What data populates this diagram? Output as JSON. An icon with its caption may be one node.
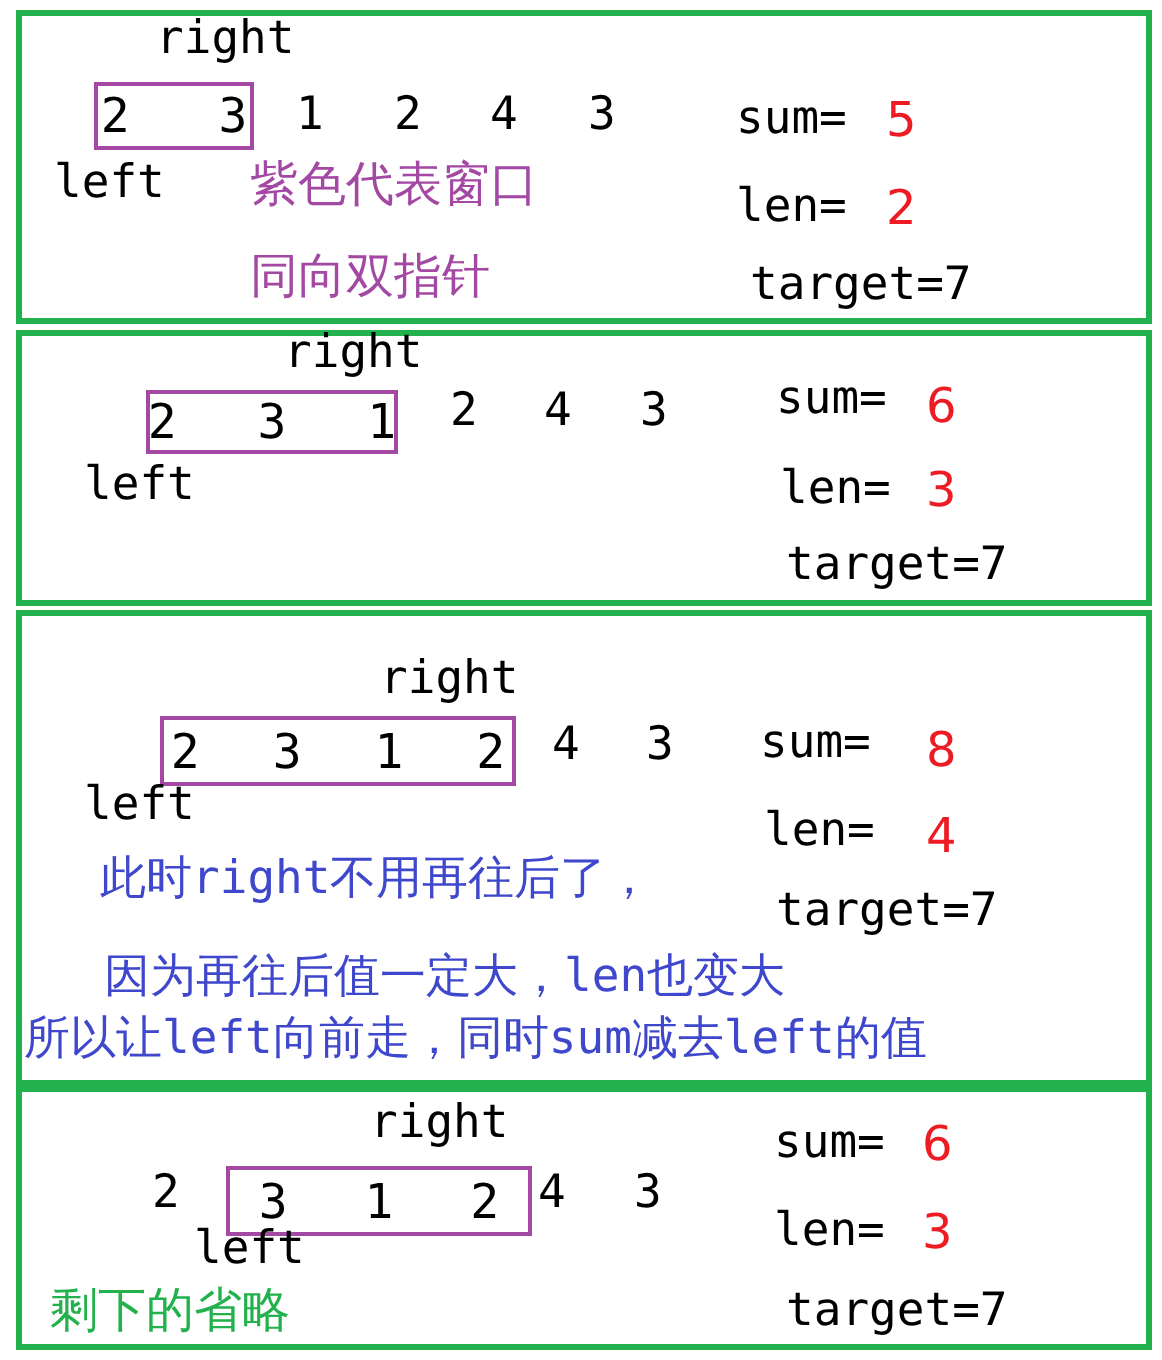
{
  "diagram": {
    "nodes": [
      {
        "text": [],
        "shape": "box"
      },
      {
        "text": [
          "2 3"
        ],
        "in": 0
      },
      {
        "text": [],
        "shape": "box"
      },
      {
        "text": [
          "2 3 1"
        ],
        "in": 2
      },
      {
        "text": [],
        "shape": "box"
      },
      {
        "text": [
          "2 3 1 2"
        ],
        "in": 4
      },
      {
        "text": [],
        "shape": "box"
      },
      {
        "text": [
          "3 1 2"
        ],
        "in": 6
      }
    ],
    "edges": [],
    "labels": [
      "right",
      "1",
      "2",
      "4",
      "3",
      "sum=",
      "5",
      "left",
      "紫色代表窗口",
      "len=",
      "2",
      "同向双指针",
      "target=7",
      "right",
      "2",
      "4",
      "3",
      "sum=",
      "6",
      "left",
      "len=",
      "3",
      "target=7",
      "right",
      "4",
      "3",
      "sum=",
      "8",
      "left",
      "len=",
      "4",
      "此时right不用再往后了，",
      "target=7",
      "因为再往后值一定大，len也变大",
      "所以让left向前走，同时sum减去left的值",
      "right",
      "sum=",
      "6",
      "2",
      "4",
      "3",
      "len=",
      "3",
      "left",
      "剩下的省略",
      "target=7"
    ]
  }
}
